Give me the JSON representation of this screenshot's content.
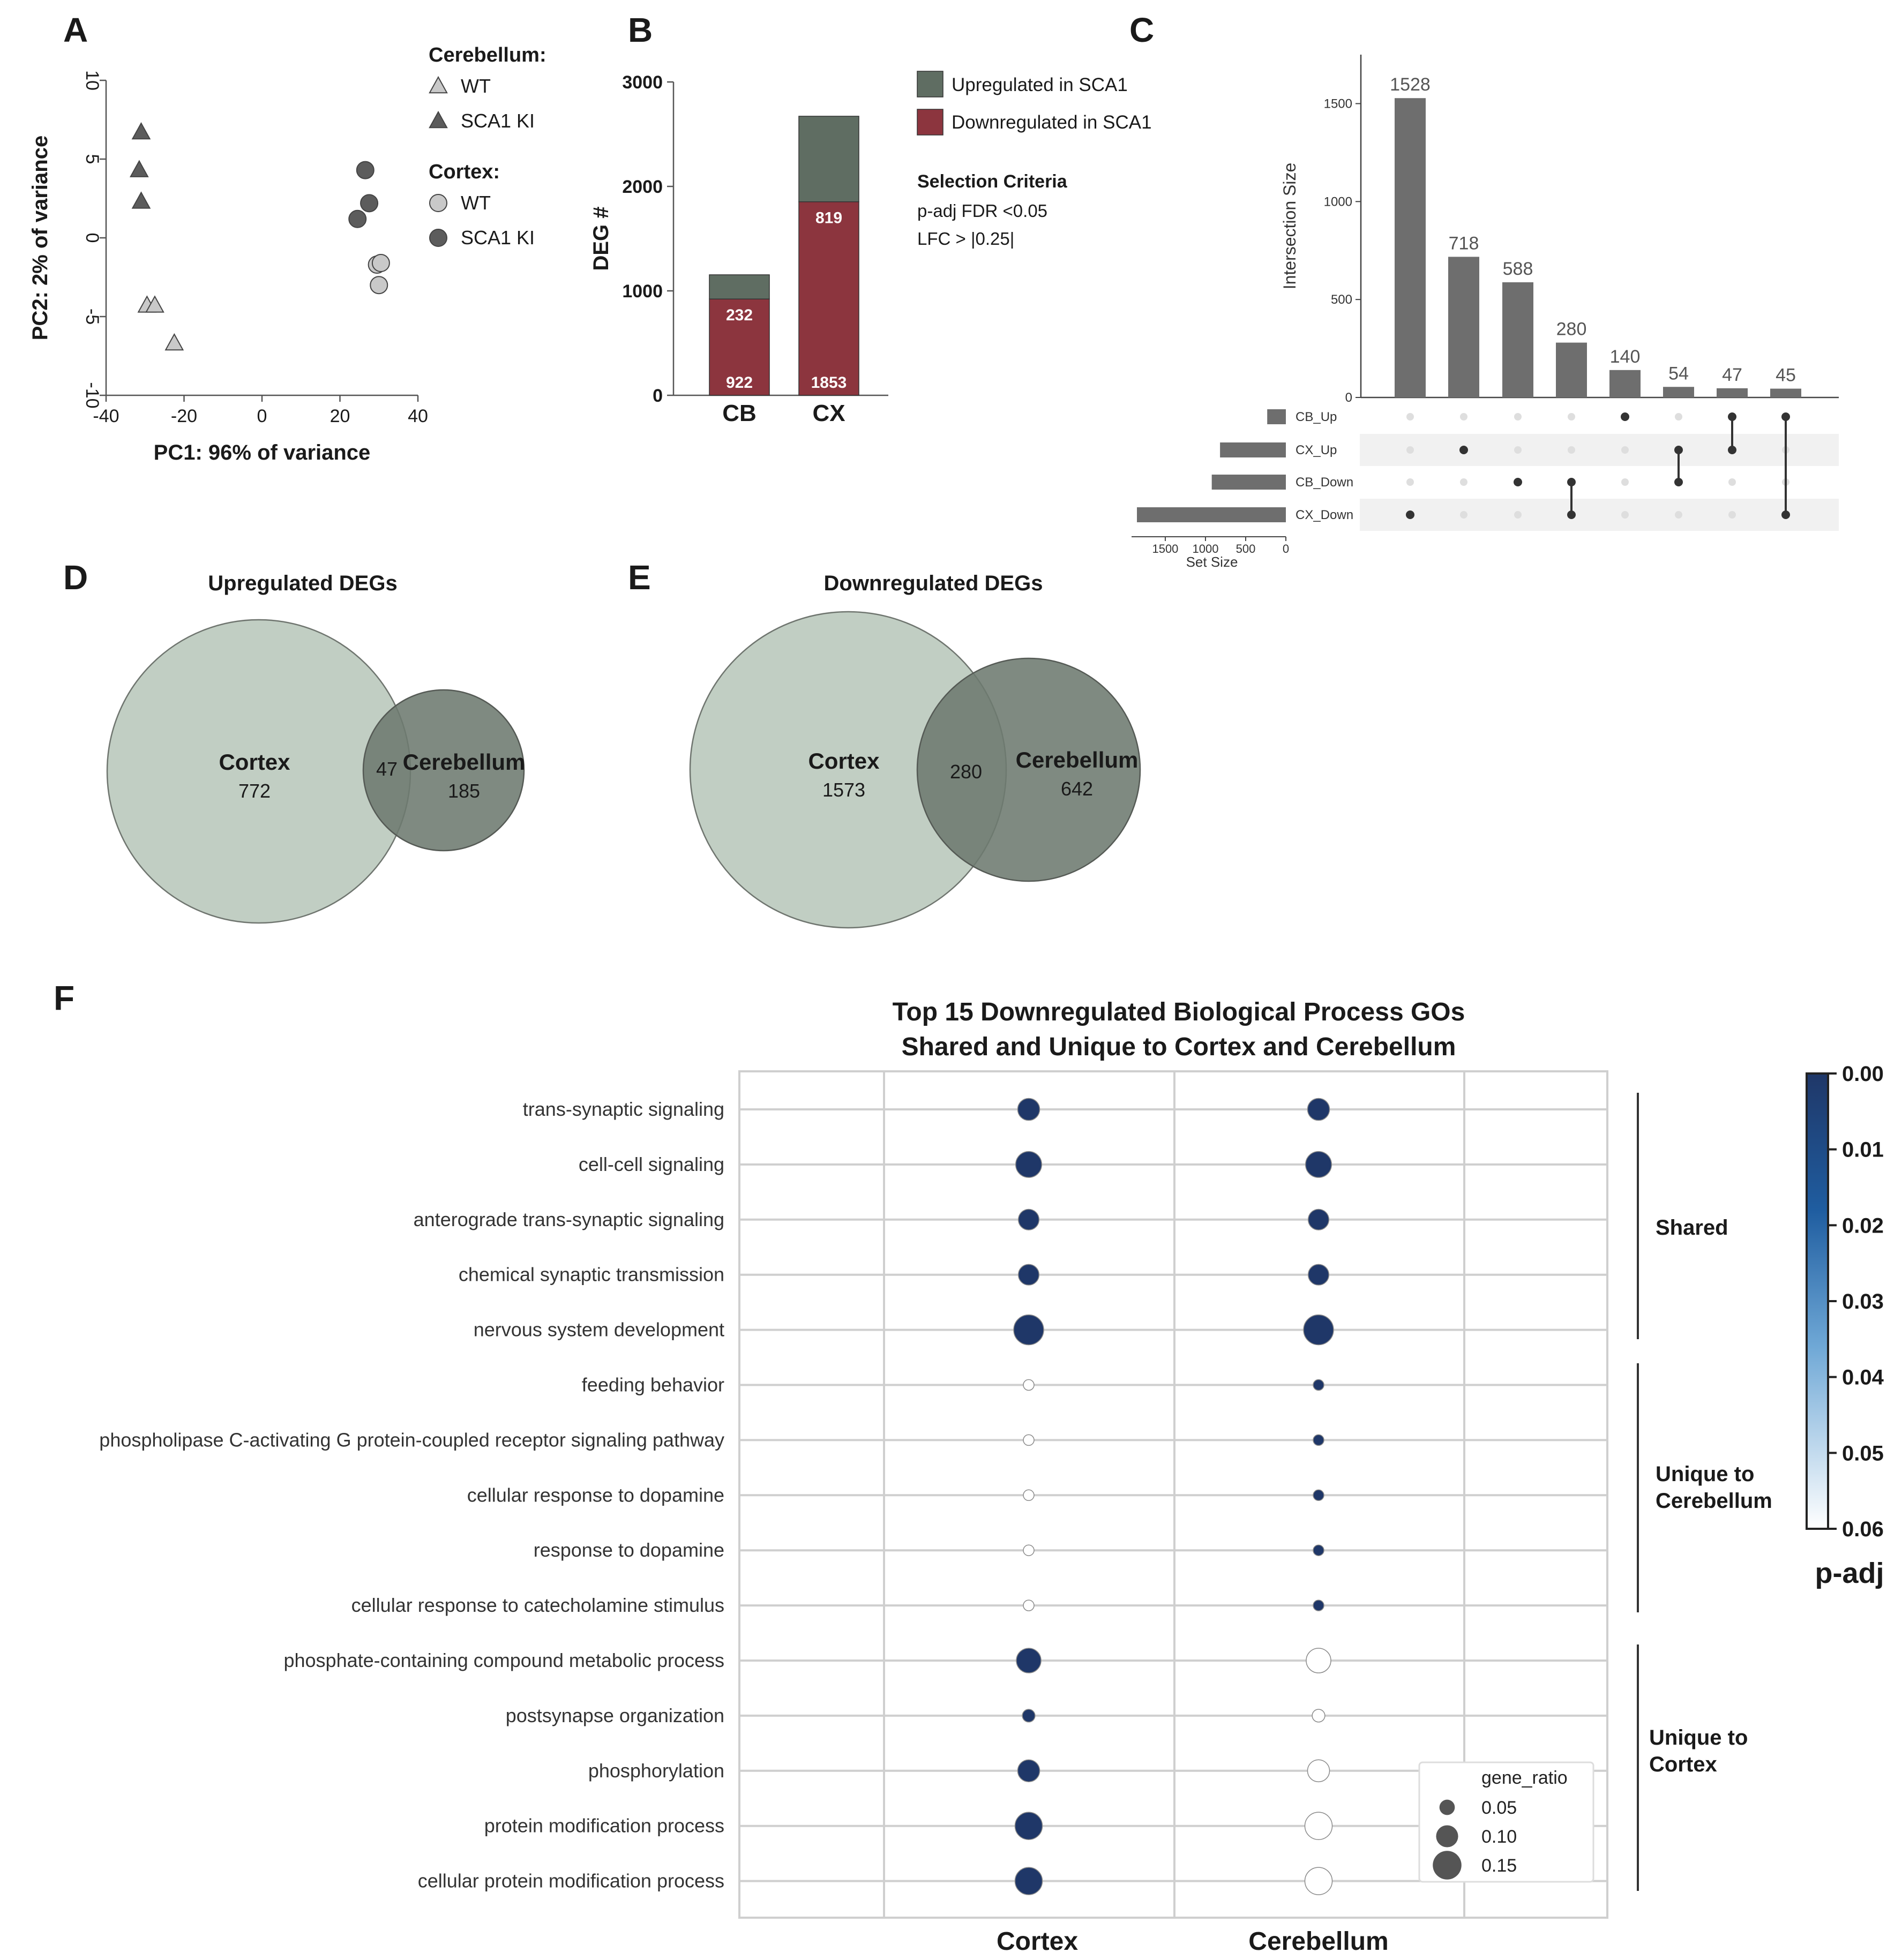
{
  "panel_letters": [
    "A",
    "B",
    "C",
    "D",
    "E",
    "F"
  ],
  "colors": {
    "up": "#5f6d62",
    "down": "#8c353e",
    "bar_gray": "#6e6e6e",
    "venn_light": "#c1cec3",
    "venn_dark": "#6d7a6f",
    "venn_overlap": "#737d73",
    "padj_high": "#1f3768",
    "padj_low": "#ffffff",
    "marker_wt": "#c9c9c9",
    "marker_ki": "#5c5c5c"
  },
  "chart_data": [
    {
      "panel": "A",
      "type": "scatter",
      "title": "",
      "xlabel": "PC1: 96% of variance",
      "ylabel": "PC2: 2% of variance",
      "xlim": [
        -40,
        40
      ],
      "ylim": [
        -10,
        10
      ],
      "xticks": [
        "-40",
        "-20",
        "0",
        "20",
        "40"
      ],
      "yticks": [
        "10",
        "5",
        "0",
        "-5",
        "-10"
      ],
      "legend": {
        "groups": [
          {
            "heading": "Cerebellum:",
            "items": [
              {
                "label": "WT",
                "marker": "triangle",
                "fill": "wt"
              },
              {
                "label": "SCA1 KI",
                "marker": "triangle",
                "fill": "ki"
              }
            ]
          },
          {
            "heading": "Cortex:",
            "items": [
              {
                "label": "WT",
                "marker": "circle",
                "fill": "wt"
              },
              {
                "label": "SCA1 KI",
                "marker": "circle",
                "fill": "ki"
              }
            ]
          }
        ]
      },
      "series": [
        {
          "name": "Cerebellum WT",
          "marker": "triangle",
          "fill": "wt",
          "points": [
            [
              -29.5,
              -4.3
            ],
            [
              -27.5,
              -4.3
            ],
            [
              -22.5,
              -6.7
            ]
          ]
        },
        {
          "name": "Cerebellum SCA1 KI",
          "marker": "triangle",
          "fill": "ki",
          "points": [
            [
              -31,
              6.7
            ],
            [
              -31.5,
              4.3
            ],
            [
              -31,
              2.3
            ]
          ]
        },
        {
          "name": "Cortex WT",
          "marker": "circle",
          "fill": "wt",
          "points": [
            [
              29.5,
              -1.7
            ],
            [
              30.5,
              -1.6
            ],
            [
              30,
              -3.0
            ]
          ]
        },
        {
          "name": "Cortex SCA1 KI",
          "marker": "circle",
          "fill": "ki",
          "points": [
            [
              26.5,
              4.3
            ],
            [
              27.5,
              2.2
            ],
            [
              24.5,
              1.2
            ]
          ]
        }
      ]
    },
    {
      "panel": "B",
      "type": "bar",
      "stacked": true,
      "title": "",
      "ylabel": "DEG #",
      "xlabel": "",
      "ylim": [
        0,
        3000
      ],
      "yticks": [
        "0",
        "1000",
        "2000",
        "3000"
      ],
      "categories": [
        "CB",
        "CX"
      ],
      "series": [
        {
          "name": "Downregulated in SCA1",
          "color": "down",
          "values": [
            922,
            1853
          ]
        },
        {
          "name": "Upregulated in SCA1",
          "color": "up",
          "values": [
            232,
            819
          ]
        }
      ],
      "legend_position": "right",
      "criteria": {
        "heading": "Selection Criteria",
        "lines": [
          "p-adj FDR <0.05",
          "LFC > |0.25|"
        ]
      }
    },
    {
      "panel": "C",
      "type": "bar",
      "subtype": "upset",
      "ylabel": "Intersection Size",
      "ylim": [
        0,
        1750
      ],
      "yticks": [
        "0",
        "500",
        "1000",
        "1500"
      ],
      "intersection_values": [
        1528,
        718,
        588,
        280,
        140,
        54,
        47,
        45
      ],
      "intersections": [
        [
          "CX_Down"
        ],
        [
          "CX_Up"
        ],
        [
          "CB_Down"
        ],
        [
          "CB_Down",
          "CX_Down"
        ],
        [
          "CB_Up"
        ],
        [
          "CX_Up",
          "CB_Down"
        ],
        [
          "CB_Up",
          "CX_Up"
        ],
        [
          "CB_Up",
          "CX_Down"
        ]
      ],
      "sets": [
        "CB_Up",
        "CX_Up",
        "CB_Down",
        "CX_Down"
      ],
      "set_sizes": [
        232,
        819,
        922,
        1853
      ],
      "set_size_label": "Set Size",
      "set_size_ticks": [
        "1500",
        "1000",
        "500",
        "0"
      ]
    },
    {
      "panel": "D",
      "type": "venn",
      "title": "Upregulated DEGs",
      "sets": [
        {
          "name": "Cortex",
          "only": 772
        },
        {
          "name": "Cerebellum",
          "only": 185
        }
      ],
      "overlap": 47
    },
    {
      "panel": "E",
      "type": "venn",
      "title": "Downregulated DEGs",
      "sets": [
        {
          "name": "Cortex",
          "only": 1573
        },
        {
          "name": "Cerebellum",
          "only": 642
        }
      ],
      "overlap": 280
    },
    {
      "panel": "F",
      "type": "scatter",
      "subtype": "dotplot",
      "title_lines": [
        "Top 15 Downregulated Biological Process GOs",
        "Shared and Unique to Cortex and Cerebellum"
      ],
      "columns": [
        "Cortex",
        "Cerebellum"
      ],
      "rows": [
        {
          "term": "trans-synaptic signaling",
          "group": "Shared",
          "cortex": {
            "padj": 0.0,
            "ratio": 0.1
          },
          "cerebellum": {
            "padj": 0.0,
            "ratio": 0.1
          }
        },
        {
          "term": "cell-cell signaling",
          "group": "Shared",
          "cortex": {
            "padj": 0.0,
            "ratio": 0.13
          },
          "cerebellum": {
            "padj": 0.0,
            "ratio": 0.13
          }
        },
        {
          "term": "anterograde trans-synaptic signaling",
          "group": "Shared",
          "cortex": {
            "padj": 0.0,
            "ratio": 0.09
          },
          "cerebellum": {
            "padj": 0.0,
            "ratio": 0.09
          }
        },
        {
          "term": "chemical synaptic transmission",
          "group": "Shared",
          "cortex": {
            "padj": 0.0,
            "ratio": 0.09
          },
          "cerebellum": {
            "padj": 0.0,
            "ratio": 0.09
          }
        },
        {
          "term": "nervous system development",
          "group": "Shared",
          "cortex": {
            "padj": 0.0,
            "ratio": 0.16
          },
          "cerebellum": {
            "padj": 0.0,
            "ratio": 0.16
          }
        },
        {
          "term": "feeding behavior",
          "group": "Unique to Cerebellum",
          "cortex": {
            "padj": 0.06,
            "ratio": 0.015
          },
          "cerebellum": {
            "padj": 0.0,
            "ratio": 0.015
          }
        },
        {
          "term": "phospholipase C-activating G protein-coupled receptor signaling pathway",
          "group": "Unique to Cerebellum",
          "cortex": {
            "padj": 0.06,
            "ratio": 0.015
          },
          "cerebellum": {
            "padj": 0.0,
            "ratio": 0.015
          }
        },
        {
          "term": "cellular response to dopamine",
          "group": "Unique to Cerebellum",
          "cortex": {
            "padj": 0.06,
            "ratio": 0.015
          },
          "cerebellum": {
            "padj": 0.0,
            "ratio": 0.015
          }
        },
        {
          "term": "response to dopamine",
          "group": "Unique to Cerebellum",
          "cortex": {
            "padj": 0.06,
            "ratio": 0.015
          },
          "cerebellum": {
            "padj": 0.0,
            "ratio": 0.015
          }
        },
        {
          "term": "cellular response to catecholamine stimulus",
          "group": "Unique to Cerebellum",
          "cortex": {
            "padj": 0.06,
            "ratio": 0.015
          },
          "cerebellum": {
            "padj": 0.0,
            "ratio": 0.015
          }
        },
        {
          "term": "phosphate-containing compound metabolic process",
          "group": "Unique to Cortex",
          "cortex": {
            "padj": 0.0,
            "ratio": 0.12
          },
          "cerebellum": {
            "padj": 0.06,
            "ratio": 0.12
          }
        },
        {
          "term": "postsynapse organization",
          "group": "Unique to Cortex",
          "cortex": {
            "padj": 0.0,
            "ratio": 0.03
          },
          "cerebellum": {
            "padj": 0.06,
            "ratio": 0.03
          }
        },
        {
          "term": "phosphorylation",
          "group": "Unique to Cortex",
          "cortex": {
            "padj": 0.0,
            "ratio": 0.1
          },
          "cerebellum": {
            "padj": 0.06,
            "ratio": 0.1
          }
        },
        {
          "term": "protein modification process",
          "group": "Unique to Cortex",
          "cortex": {
            "padj": 0.0,
            "ratio": 0.14
          },
          "cerebellum": {
            "padj": 0.06,
            "ratio": 0.14
          }
        },
        {
          "term": "cellular protein modification process",
          "group": "Unique to Cortex",
          "cortex": {
            "padj": 0.0,
            "ratio": 0.14
          },
          "cerebellum": {
            "padj": 0.06,
            "ratio": 0.14
          }
        }
      ],
      "groups": [
        "Shared",
        "Unique to Cerebellum",
        "Unique to Cortex"
      ],
      "colorbar": {
        "label": "p-adj",
        "range": [
          0.0,
          0.06
        ],
        "ticks": [
          "0.00",
          "0.01",
          "0.02",
          "0.03",
          "0.04",
          "0.05",
          "0.06"
        ]
      },
      "size_legend": {
        "title": "gene_ratio",
        "values": [
          0.05,
          0.1,
          0.15
        ],
        "labels": [
          "0.05",
          "0.10",
          "0.15"
        ]
      },
      "legend_position": "bottom-right"
    }
  ]
}
